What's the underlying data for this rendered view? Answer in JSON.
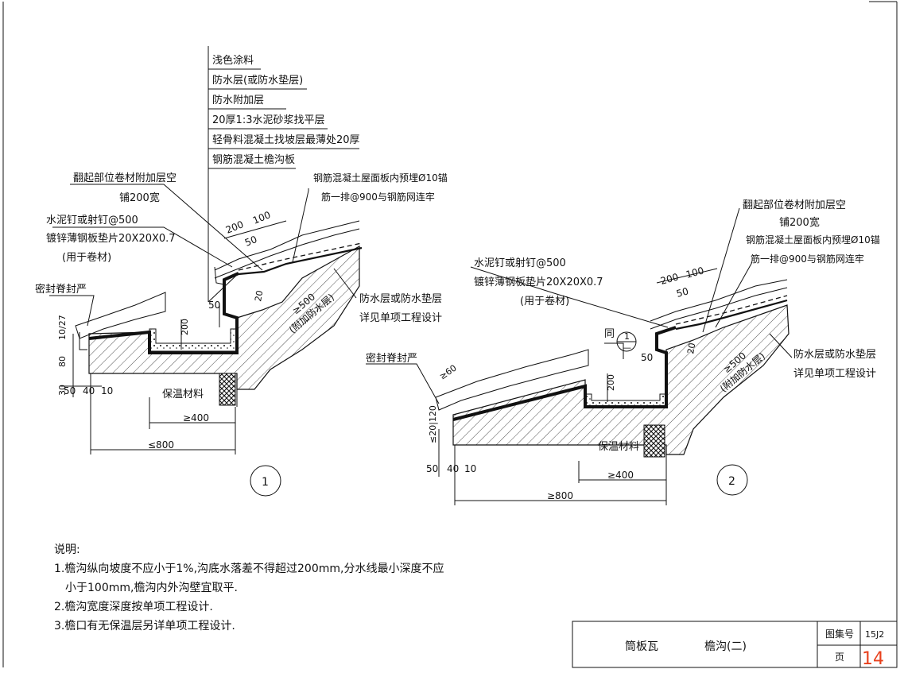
{
  "layer_labels": [
    "浅色涂料",
    "防水层(或防水垫层)",
    "防水附加层",
    "20厚1:3水泥砂浆找平层",
    "轻骨料混凝土找坡层最薄处20厚",
    "钢筋混凝土檐沟板"
  ],
  "detail1": {
    "fold_note_1": "翻起部位卷材附加层空",
    "fold_note_2": "铺200宽",
    "nail_note_1": "水泥钉或射钉@500",
    "nail_note_2": "镀锌薄钢板垫片20X20X0.7",
    "nail_note_3": "(用于卷材)",
    "anchor_note_1": "钢筋混凝土屋面板内预埋Ø10锚",
    "anchor_note_2": "筋一排@900与钢筋网连牢",
    "seal_note": "密封脊封严",
    "wp_note_1": "防水层或防水垫层",
    "wp_note_2": "详见单项工程设计",
    "extra_note_1": "≥500",
    "extra_note_2": "(附加防水层)",
    "insulation": "保温材料",
    "dims": {
      "d200": "200",
      "d100": "100",
      "d50": "50",
      "d20": "20",
      "d50b": "50",
      "d200v": "200",
      "d10_27": "10/27",
      "d80": "80",
      "d30": "30",
      "d50c": "50",
      "d40": "40",
      "d10": "10",
      "d400": "≥400",
      "d800": "≤800"
    },
    "number": "1"
  },
  "detail2": {
    "fold_note_1": "翻起部位卷材附加层空",
    "fold_note_2": "铺200宽",
    "anchor_note_1": "钢筋混凝土屋面板内预埋Ø10锚",
    "anchor_note_2": "筋一排@900与钢筋网连牢",
    "nail_note_1": "水泥钉或射钉@500",
    "nail_note_2": "镀锌薄钢板垫片20X20X0.7",
    "nail_note_3": "(用于卷材)",
    "same_label": "同",
    "ref_top": "1",
    "ref_bottom": "—",
    "seal_note": "密封脊封严",
    "wp_note_1": "防水层或防水垫层",
    "wp_note_2": "详见单项工程设计",
    "extra_note_1": "≥500",
    "extra_note_2": "(附加防水层)",
    "insulation": "保温材料",
    "dims": {
      "d200": "200",
      "d100": "100",
      "d50": "50",
      "d20": "20",
      "d50b": "50",
      "d200v": "200",
      "d60": "≥60",
      "d20_120": "≤20|120",
      "d50c": "50",
      "d40": "40",
      "d10": "10",
      "d400": "≥400",
      "d800": "≥800"
    },
    "number": "2"
  },
  "notes": {
    "heading": "说明:",
    "items": [
      "1.檐沟纵向坡度不应小于1%,沟底水落差不得超过200mm,分水线最小深度不应",
      "小于100mm,檐沟内外沟壁宜取平.",
      "2.檐沟宽度深度按单项工程设计.",
      "3.檐口有无保温层另详单项工程设计."
    ]
  },
  "title_block": {
    "category": "筒板瓦",
    "title": "檐沟(二)",
    "atlas_label": "图集号",
    "atlas_value": "15J2",
    "page_label": "页",
    "page_value": "14",
    "page_color": "#e8401c"
  }
}
